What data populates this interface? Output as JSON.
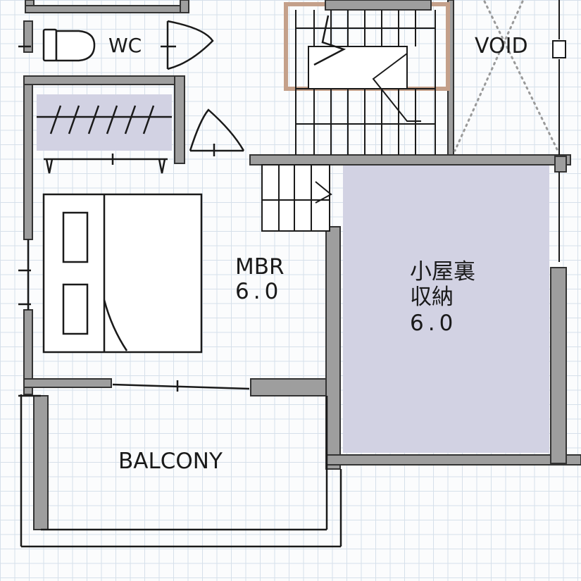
{
  "labels": {
    "wc": "WC",
    "void": "VOID",
    "mbr_name": "MBR",
    "mbr_size": "6.0",
    "loft_line1": "小屋裏",
    "loft_line2": "収納",
    "loft_size": "6.0",
    "balcony": "BALCONY"
  },
  "colors": {
    "wall": "#9e9e9e",
    "wall_outline": "#333333",
    "storage_fill": "#d2d2e3",
    "stair_accent": "#c4a08a",
    "ink": "#1a1a1a",
    "void_cross": "#9a9a9a"
  }
}
